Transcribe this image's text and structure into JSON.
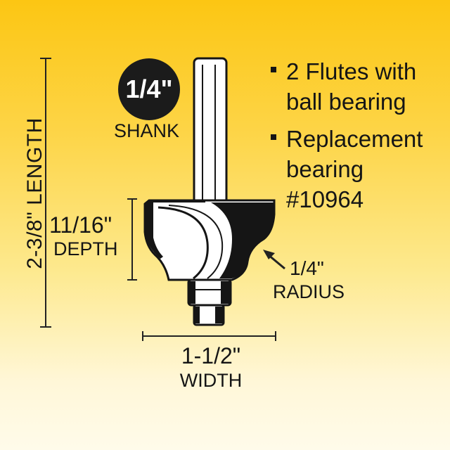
{
  "dimensions": {
    "length": {
      "value": "2-3/8\"",
      "label": "LENGTH"
    },
    "shank": {
      "value": "1/4\"",
      "label": "SHANK"
    },
    "depth": {
      "value": "11/16\"",
      "label": "DEPTH"
    },
    "radius": {
      "value": "1/4\"",
      "label": "RADIUS"
    },
    "width": {
      "value": "1-1/2\"",
      "label": "WIDTH"
    }
  },
  "features": [
    {
      "lines": [
        "2 Flutes with",
        "ball bearing"
      ]
    },
    {
      "lines": [
        "Replacement",
        "bearing",
        "#10964"
      ]
    }
  ],
  "colors": {
    "background_top": "#fcc613",
    "background_bottom": "#fffbea",
    "ink": "#151515",
    "metal": "#ffffff"
  }
}
